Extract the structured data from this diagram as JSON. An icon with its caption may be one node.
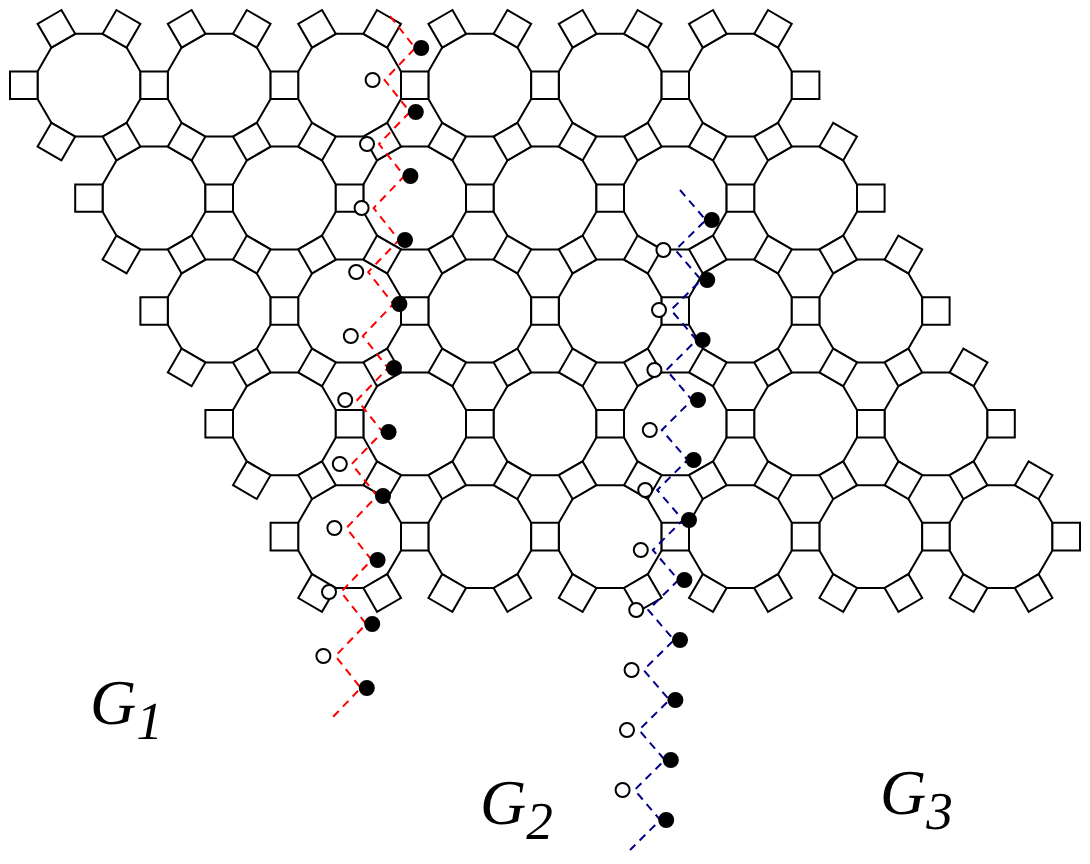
{
  "diagram": {
    "labels": [
      "G$_{1}$",
      "G$_{2}$",
      "G$_{3}$"
    ]
  }
}
